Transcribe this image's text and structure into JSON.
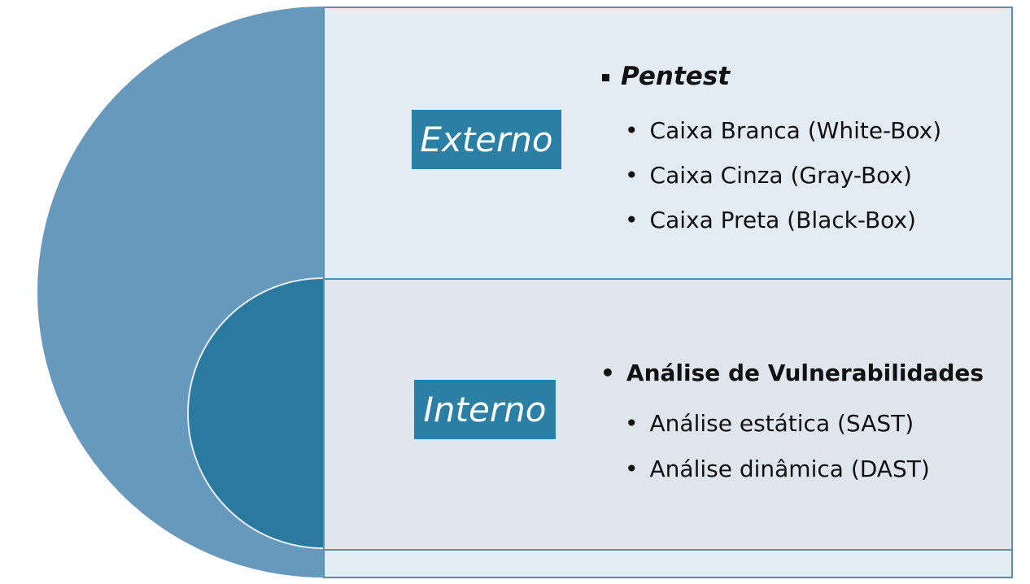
{
  "externo": {
    "label": "Externo",
    "title": "Pentest",
    "items": [
      "Caixa Branca (White-Box)",
      "Caixa Cinza (Gray-Box)",
      "Caixa Preta (Black-Box)"
    ]
  },
  "interno": {
    "label": "Interno",
    "title": "Análise de Vulnerabilidades",
    "items": [
      "Análise estática (SAST)",
      "Análise dinâmica (DAST)"
    ]
  },
  "colors": {
    "outer": "#6699bb",
    "inner": "#2a7aa0",
    "tag": "#2b7fa5",
    "panel": "#e4ecf3"
  }
}
